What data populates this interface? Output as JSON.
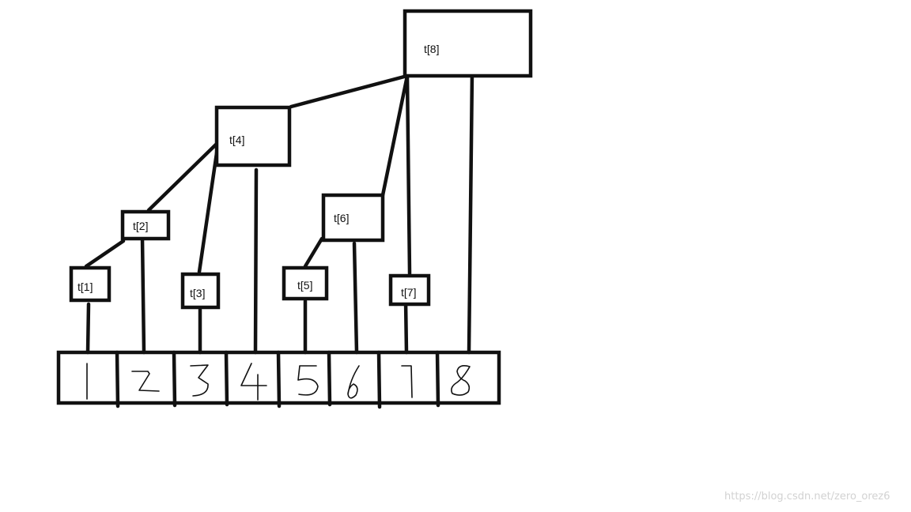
{
  "nodes": [
    {
      "id": "t1",
      "label": "t[1]"
    },
    {
      "id": "t2",
      "label": "t[2]"
    },
    {
      "id": "t3",
      "label": "t[3]"
    },
    {
      "id": "t4",
      "label": "t[4]"
    },
    {
      "id": "t5",
      "label": "t[5]"
    },
    {
      "id": "t6",
      "label": "t[6]"
    },
    {
      "id": "t7",
      "label": "t[7]"
    },
    {
      "id": "t8",
      "label": "t[8]"
    }
  ],
  "array": {
    "cells": [
      "1",
      "2",
      "3",
      "4",
      "5",
      "6",
      "7",
      "8"
    ]
  },
  "edges": [
    [
      "t1",
      "t2"
    ],
    [
      "t2",
      "t4"
    ],
    [
      "t3",
      "t4"
    ],
    [
      "t4",
      "t8"
    ],
    [
      "t5",
      "t6"
    ],
    [
      "t6",
      "t8"
    ],
    [
      "t7",
      "t8"
    ],
    [
      "cell1",
      "t1"
    ],
    [
      "cell2",
      "t2"
    ],
    [
      "cell3",
      "t3"
    ],
    [
      "cell4",
      "t4"
    ],
    [
      "cell5",
      "t5"
    ],
    [
      "cell6",
      "t6"
    ],
    [
      "cell7",
      "t7"
    ],
    [
      "cell8",
      "t8"
    ]
  ],
  "watermark": "https://blog.csdn.net/zero_orez6",
  "colors": {
    "ink": "#111111",
    "watermark": "#d2d2d2",
    "background": "#ffffff"
  }
}
